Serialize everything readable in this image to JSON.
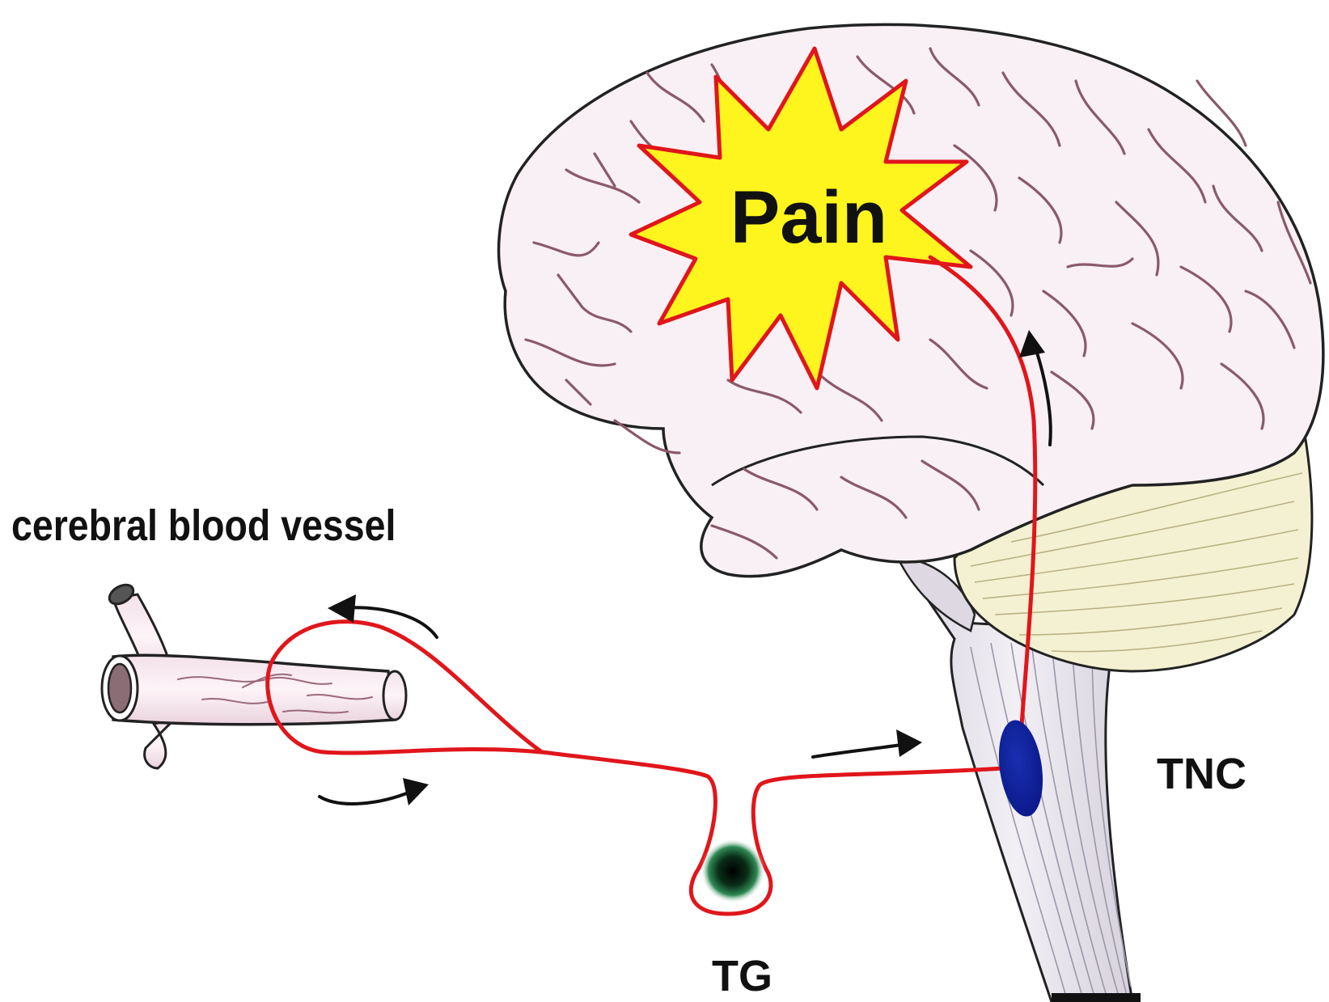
{
  "labels": {
    "pain": "Pain",
    "vessel": "cerebral blood vessel",
    "tnc": "TNC",
    "tg": "TG"
  },
  "colors": {
    "nerve_pathway": "#e0161b",
    "pain_burst_fill": "#fff51e",
    "pain_burst_outline": "#e0161b",
    "brain": "#f8f0f4",
    "cerebellum": "#f4f1d2",
    "brainstem": "#ece8f0",
    "tnc_nucleus": "#0b1a8c",
    "tg_ganglion": "#0a2d18",
    "arrows": "#111111"
  },
  "icons": [
    "brain-illustration",
    "blood-vessel-illustration",
    "brainstem-illustration",
    "cerebellum-illustration",
    "pain-burst",
    "direction-arrow"
  ]
}
